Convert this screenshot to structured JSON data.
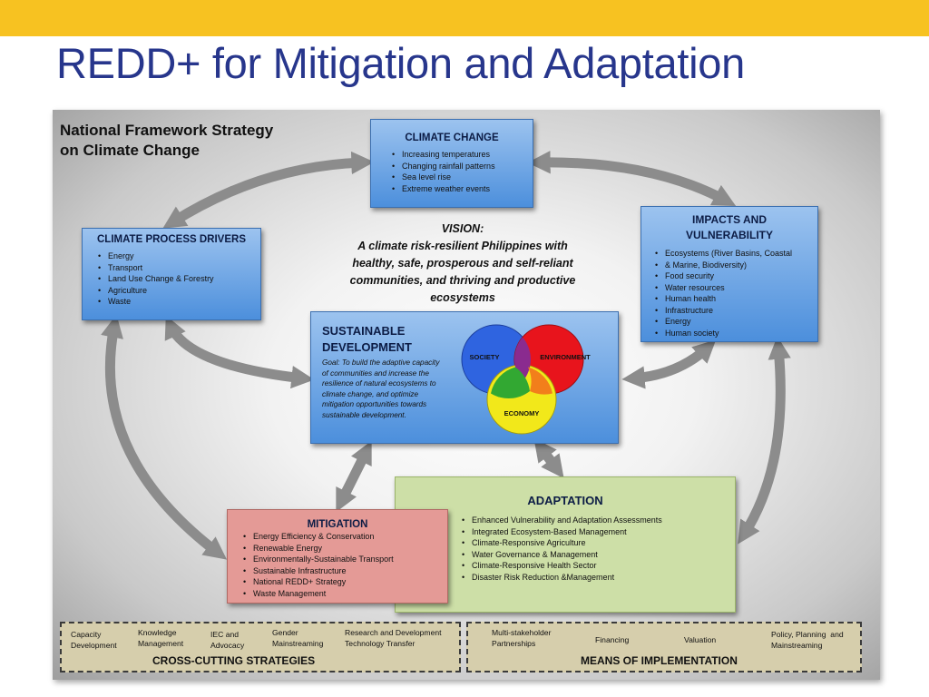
{
  "slide": {
    "title": "REDD+ for Mitigation and Adaptation"
  },
  "framework": {
    "title_line1": "National Framework Strategy",
    "title_line2": "on Climate Change",
    "climate_change": {
      "title": "CLIMATE CHANGE",
      "items": [
        "Increasing temperatures",
        "Changing rainfall patterns",
        "Sea level rise",
        "Extreme weather events"
      ]
    },
    "drivers": {
      "title": "CLIMATE PROCESS DRIVERS",
      "items": [
        "Energy",
        "Transport",
        "Land Use Change & Forestry",
        "Agriculture",
        "Waste"
      ]
    },
    "impacts": {
      "title_line1": "IMPACTS AND",
      "title_line2": "VULNERABILITY",
      "items": [
        "Ecosystems (River Basins, Coastal",
        "& Marine, Biodiversity)",
        "Food security",
        "Water resources",
        "Human health",
        "Infrastructure",
        "Energy",
        "Human society"
      ]
    },
    "vision": {
      "heading": "VISION:",
      "line1": "A climate risk-resilient Philippines with",
      "line2": "healthy, safe, prosperous and self-reliant",
      "line3": "communities, and thriving and productive",
      "line4": "ecosystems"
    },
    "sustainable_development": {
      "title_line1": "SUSTAINABLE",
      "title_line2": "DEVELOPMENT",
      "goal": "Goal: To build the adaptive capacity of communities and increase the resilience of natural ecosystems to climate change, and optimize mitigation opportunities towards sustainable development.",
      "venn": {
        "society": "SOCIETY",
        "environment": "ENVIRONMENT",
        "economy": "ECONOMY"
      }
    },
    "adaptation": {
      "title": "ADAPTATION",
      "items": [
        "Enhanced Vulnerability and Adaptation Assessments",
        "Integrated Ecosystem-Based Management",
        "Climate-Responsive Agriculture",
        "Water Governance & Management",
        "Climate-Responsive Health Sector",
        "Disaster Risk Reduction &Management"
      ]
    },
    "mitigation": {
      "title": "MITIGATION",
      "items": [
        "Energy Efficiency & Conservation",
        "Renewable Energy",
        "Environmentally-Sustainable Transport",
        "Sustainable Infrastructure",
        "National REDD+ Strategy",
        "Waste Management"
      ]
    },
    "cross_cutting": {
      "title": "CROSS-CUTTING STRATEGIES",
      "items": [
        {
          "l1": "Capacity",
          "l2": "Development"
        },
        {
          "l1": "Knowledge",
          "l2": "Management"
        },
        {
          "l1": "IEC and",
          "l2": "Advocacy"
        },
        {
          "l1": "Gender",
          "l2": "Mainstreaming"
        },
        {
          "l1": "Research and Development",
          "l2": "Technology Transfer"
        }
      ]
    },
    "means": {
      "title": "MEANS OF IMPLEMENTATION",
      "items": [
        {
          "l1": "Multi-stakeholder",
          "l2": "Partnerships"
        },
        {
          "l1": "Financing",
          "l2": ""
        },
        {
          "l1": "Valuation",
          "l2": ""
        },
        {
          "l1": "Policy, Planning  and",
          "l2": "Mainstreaming"
        }
      ]
    }
  },
  "colors": {
    "accent_bar": "#f7c221",
    "title_blue": "#27368c",
    "box_blue": "#4c8fdc",
    "adaptation_green": "#cddfa7",
    "mitigation_red": "#e49a96",
    "venn_society": "#2f64e0",
    "venn_environment": "#e8141c",
    "venn_economy": "#f2e81a"
  }
}
